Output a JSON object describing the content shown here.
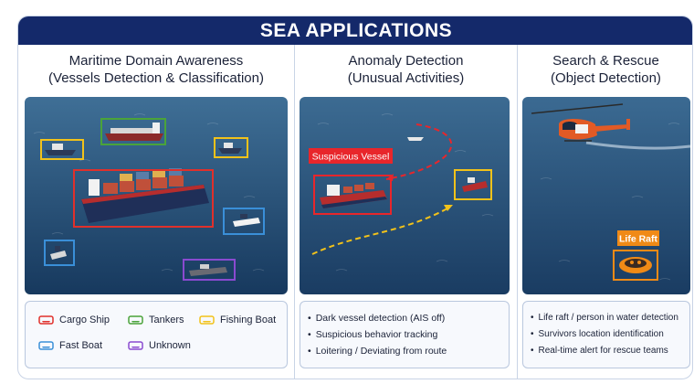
{
  "banner_title": "SEA APPLICATIONS",
  "colors": {
    "banner": "#14296a",
    "cargo": "#e0302b",
    "tankers": "#4aa33a",
    "fishing": "#f2c21a",
    "fast": "#3a8fd8",
    "unknown": "#8a4ad0",
    "alert": "#e8262b",
    "liferaft": "#f08a16"
  },
  "panels": [
    {
      "title_line1": "Maritime Domain Awareness",
      "title_line2": "(Vessels Detection & Classification)",
      "legend": [
        {
          "label": "Cargo Ship",
          "icon": "cargo-ship-icon"
        },
        {
          "label": "Tankers",
          "icon": "tanker-icon"
        },
        {
          "label": "Fishing Boat",
          "icon": "fishing-boat-icon"
        },
        {
          "label": "Fast Boat",
          "icon": "fast-boat-icon"
        },
        {
          "label": "Unknown",
          "icon": "unknown-vessel-icon"
        }
      ]
    },
    {
      "title_line1": "Anomaly Detection",
      "title_line2": "(Unusual Activities)",
      "tag": "Suspicious Vessel",
      "bullets": [
        "Dark vessel detection (AIS off)",
        "Suspicious behavior tracking",
        "Loitering / Deviating from route"
      ]
    },
    {
      "title_line1": "Search & Rescue",
      "title_line2": "(Object Detection)",
      "tag": "Life Raft",
      "bullets": [
        "Life raft / person in water detection",
        "Survivors location identification",
        "Real-time alert for rescue teams"
      ]
    }
  ]
}
